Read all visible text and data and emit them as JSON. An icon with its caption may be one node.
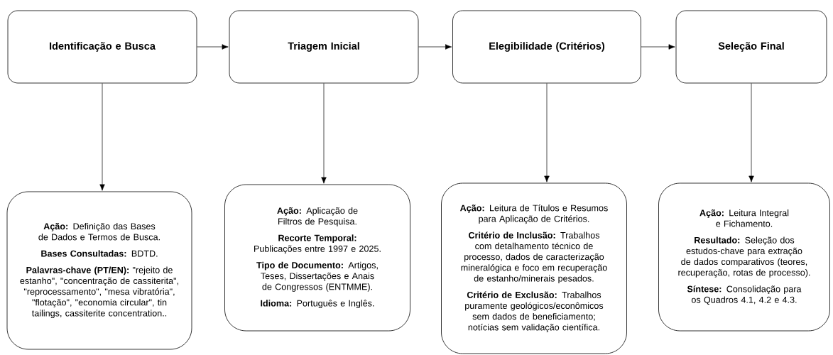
{
  "diagram": {
    "nodes": [
      {
        "text": [
          "Identificação e Busca"
        ]
      },
      {
        "text": [
          "Triagem Inicial"
        ]
      },
      {
        "text": [
          "Elegibilidade (Critérios)"
        ]
      },
      {
        "text": [
          "Seleção Final"
        ]
      },
      {
        "text": [
          "**Ação:** Definição das Bases de Dados e Termos de Busca.",
          "**Bases Consultadas:** BDTD.",
          "**Palavras-chave (PT/EN):** \"rejeito de estanho\", \"concentração de cassiterita\", \"reprocessamento\", \"mesa vibratória\", \"flotação\", \"economia circular\", tin tailings, cassiterite concentration.."
        ]
      },
      {
        "text": [
          "**Ação:** Aplicação de Filtros de Pesquisa.",
          "**Recorte Temporal:** Publicações entre 1997 e 2025.",
          "**Tipo de Documento:** Artigos, Teses, Dissertações e Anais de Congressos (ENTMME).",
          "**Idioma:** Português e Inglês."
        ]
      },
      {
        "text": [
          "**Ação:** Leitura de Títulos e Resumos para Aplicação de Critérios.",
          "**Critério de Inclusão:** Trabalhos com detalhamento técnico de processo, dados de caracterização mineralógica e foco em recuperação de estanho/minerais pesados.",
          "**Critério de Exclusão:** Trabalhos puramente geológicos/econômicos sem dados de beneficiamento; notícias sem validação científica."
        ]
      },
      {
        "text": [
          "**Ação:** Leitura Integral e Fichamento.",
          "**Resultado:** Seleção dos estudos-chave para extração de dados comparativos (teores, recuperação, rotas de processo).",
          "**Síntese:** Consolidação para os Quadros 4.1, 4.2 e 4.3."
        ]
      }
    ],
    "edges": [
      {
        "from": 0,
        "to": 1,
        "arrow": "to"
      },
      {
        "from": 1,
        "to": 2,
        "arrow": "to"
      },
      {
        "from": 2,
        "to": 3,
        "arrow": "to"
      },
      {
        "from": 0,
        "to": 4,
        "arrow": "to"
      },
      {
        "from": 1,
        "to": 5,
        "arrow": "to"
      },
      {
        "from": 2,
        "to": 6,
        "arrow": "to"
      },
      {
        "from": 3,
        "to": 7,
        "arrow": "to"
      }
    ]
  }
}
